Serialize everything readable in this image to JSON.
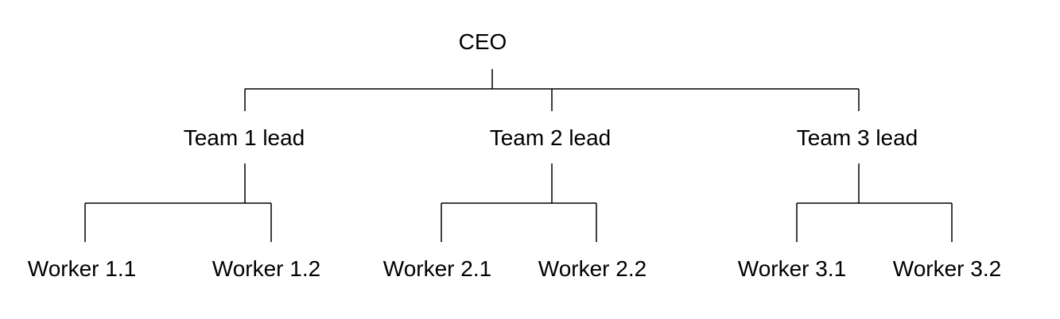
{
  "diagram": {
    "line_color": "#000000",
    "text_color": "#000000",
    "root": {
      "label": "CEO",
      "children": [
        {
          "label": "Team 1 lead",
          "children": [
            {
              "label": "Worker 1.1"
            },
            {
              "label": "Worker 1.2"
            }
          ]
        },
        {
          "label": "Team 2 lead",
          "children": [
            {
              "label": "Worker 2.1"
            },
            {
              "label": "Worker 2.2"
            }
          ]
        },
        {
          "label": "Team 3 lead",
          "children": [
            {
              "label": "Worker 3.1"
            },
            {
              "label": "Worker 3.2"
            }
          ]
        }
      ]
    }
  }
}
